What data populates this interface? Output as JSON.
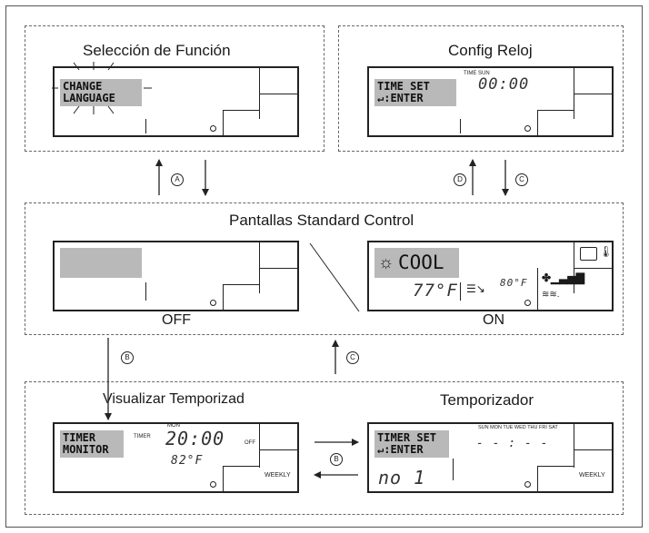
{
  "top_left": {
    "title": "Selección de Función",
    "lcd_text": "CHANGE\nLANGUAGE"
  },
  "top_right": {
    "title": "Config Reloj",
    "lcd_text": "TIME SET\n↵:ENTER",
    "small_label": "TIME  SUN",
    "time": "00:00"
  },
  "middle": {
    "title": "Pantallas Standard Control",
    "off_label": "OFF",
    "on_label": "ON",
    "mode": "COOL",
    "room_temp": "77°F",
    "set_temp": "80°F"
  },
  "bottom_left": {
    "title": "Visualizar Temporizad",
    "lcd_text": "TIMER\nMONITOR",
    "timer_label": "TIMER",
    "mon_label": "MON",
    "time": "20:00",
    "off_label": "OFF",
    "temp": "82°F",
    "weekly": "WEEKLY"
  },
  "bottom_right": {
    "title": "Temporizador",
    "lcd_text": "TIMER SET\n↵:ENTER",
    "days": "SUN  MON  TUE  WED  THU  FRI  SAT",
    "time": "- - : - -",
    "number": "no 1",
    "weekly": "WEEKLY"
  },
  "markers": {
    "a": "A",
    "b": "B",
    "c": "C",
    "d": "D"
  }
}
